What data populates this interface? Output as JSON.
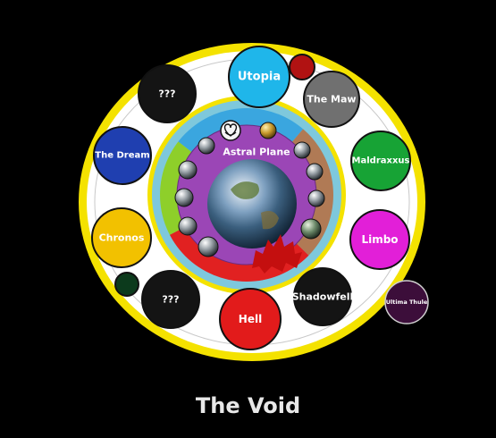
{
  "title": "The Void",
  "outer_ring": {
    "utopia": {
      "label": "Utopia",
      "color": "#1fb6ea"
    },
    "the_maw": {
      "label": "The Maw",
      "color": "#707070"
    },
    "maldraxxus": {
      "label": "Maldraxxus",
      "color": "#17a335"
    },
    "limbo": {
      "label": "Limbo",
      "color": "#e21fd8"
    },
    "shadowfell": {
      "label": "Shadowfell",
      "color": "#141414"
    },
    "hell": {
      "label": "Hell",
      "color": "#e21b1b"
    },
    "unknown_lower": {
      "label": "???",
      "color": "#141414"
    },
    "chronos": {
      "label": "Chronos",
      "color": "#f2c100"
    },
    "the_dream": {
      "label": "The Dream",
      "color": "#1f3fb0"
    },
    "unknown_upper": {
      "label": "???",
      "color": "#141414"
    },
    "small_red": {
      "color": "#b11212"
    },
    "small_green": {
      "color": "#0c3a1c"
    }
  },
  "inner": {
    "astral_plane": {
      "label": "Astral Plane",
      "color": "#9b46b6"
    }
  },
  "outside": {
    "ultima_thule": {
      "label": "Ultima Thule",
      "color": "#3c0e3a"
    }
  },
  "colors": {
    "outer_rim": "#f4e200",
    "outer_disk": "#ffffff",
    "inner_rim": "#f4e200",
    "inner_cyan": "#7ec8dc",
    "wedge_blue": "#3aa6df",
    "wedge_brown": "#b07a55",
    "wedge_purple": "#8e4ca8",
    "wedge_red": "#e12121",
    "wedge_green": "#8ecf2a",
    "crest": "#c40f0f"
  }
}
